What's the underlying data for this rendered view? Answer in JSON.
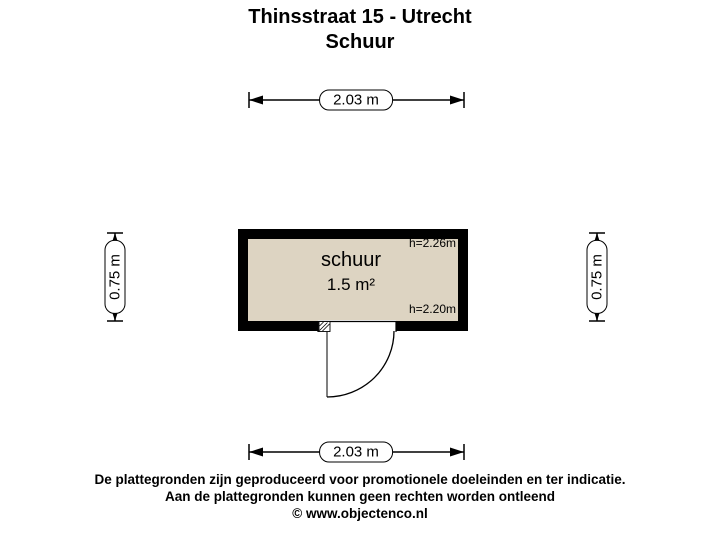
{
  "title": {
    "line1": "Thinsstraat 15 - Utrecht",
    "line2": "Schuur"
  },
  "dimensions": {
    "top": {
      "label": "2.03 m"
    },
    "bottom": {
      "label": "2.03 m"
    },
    "left": {
      "label": "0.75 m"
    },
    "right": {
      "label": "0.75 m"
    }
  },
  "room": {
    "name": "schuur",
    "area": "1.5 m²",
    "ceiling_height_top": "h=2.26m",
    "ceiling_height_bottom": "h=2.20m"
  },
  "footer": {
    "line1": "De plattegronden zijn geproduceerd voor promotionele doeleinden en ter indicatie.",
    "line2": "Aan de plattegronden kunnen geen rechten worden ontleend",
    "line3": "© www.objectenco.nl"
  },
  "colors": {
    "room_fill": "#ddd4c2",
    "wall": "#000000",
    "background": "#ffffff",
    "text": "#000000"
  }
}
